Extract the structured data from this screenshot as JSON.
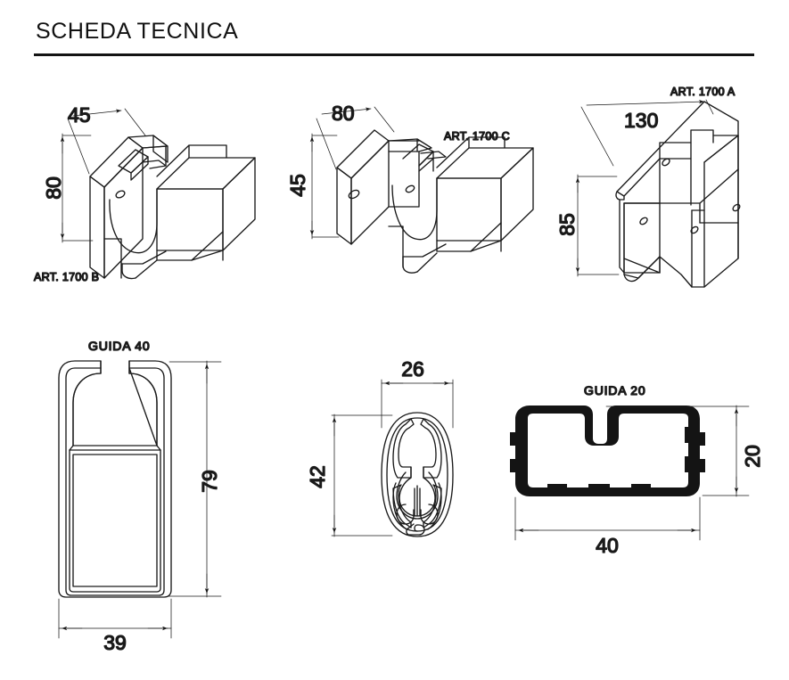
{
  "document": {
    "title": "SCHEDA TECNICA",
    "background_color": "#ffffff",
    "line_color": "#1a1a1a",
    "rule_color": "#141414"
  },
  "figures": {
    "bracket_b": {
      "part_label": "ART. 1700 B",
      "dim_width": "45",
      "dim_height": "80"
    },
    "bracket_c": {
      "part_label": "ART. 1700 C",
      "dim_width": "80",
      "dim_height": "45"
    },
    "bracket_a": {
      "part_label": "ART. 1700 A",
      "dim_width": "130",
      "dim_height": "85"
    },
    "guida40": {
      "part_label": "GUIDA 40",
      "dim_width": "39",
      "dim_height": "79"
    },
    "oval_profile": {
      "dim_width": "26",
      "dim_height": "42"
    },
    "guida20": {
      "part_label": "GUIDA 20",
      "dim_width": "40",
      "dim_height": "20"
    }
  }
}
